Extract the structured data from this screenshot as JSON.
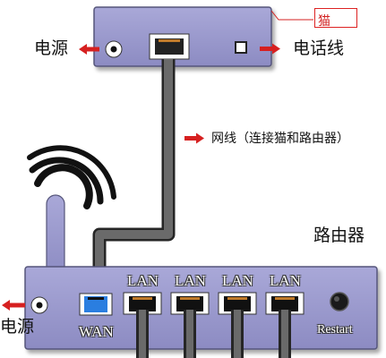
{
  "modem": {
    "tag": "猫",
    "power_label": "电源",
    "phone_label": "电话线"
  },
  "cable": {
    "label": "网线（连接猫和路由器）"
  },
  "router": {
    "title": "路由器",
    "power_label": "电源",
    "wan_label": "WAN",
    "lan_ports": [
      "LAN",
      "LAN",
      "LAN",
      "LAN"
    ],
    "restart_label": "Restart"
  },
  "colors": {
    "device_body": "#9a99cd",
    "arrow_red": "#d62020",
    "cable_gray": "#5a5a5a",
    "wan_port": "#2a7ee0"
  }
}
